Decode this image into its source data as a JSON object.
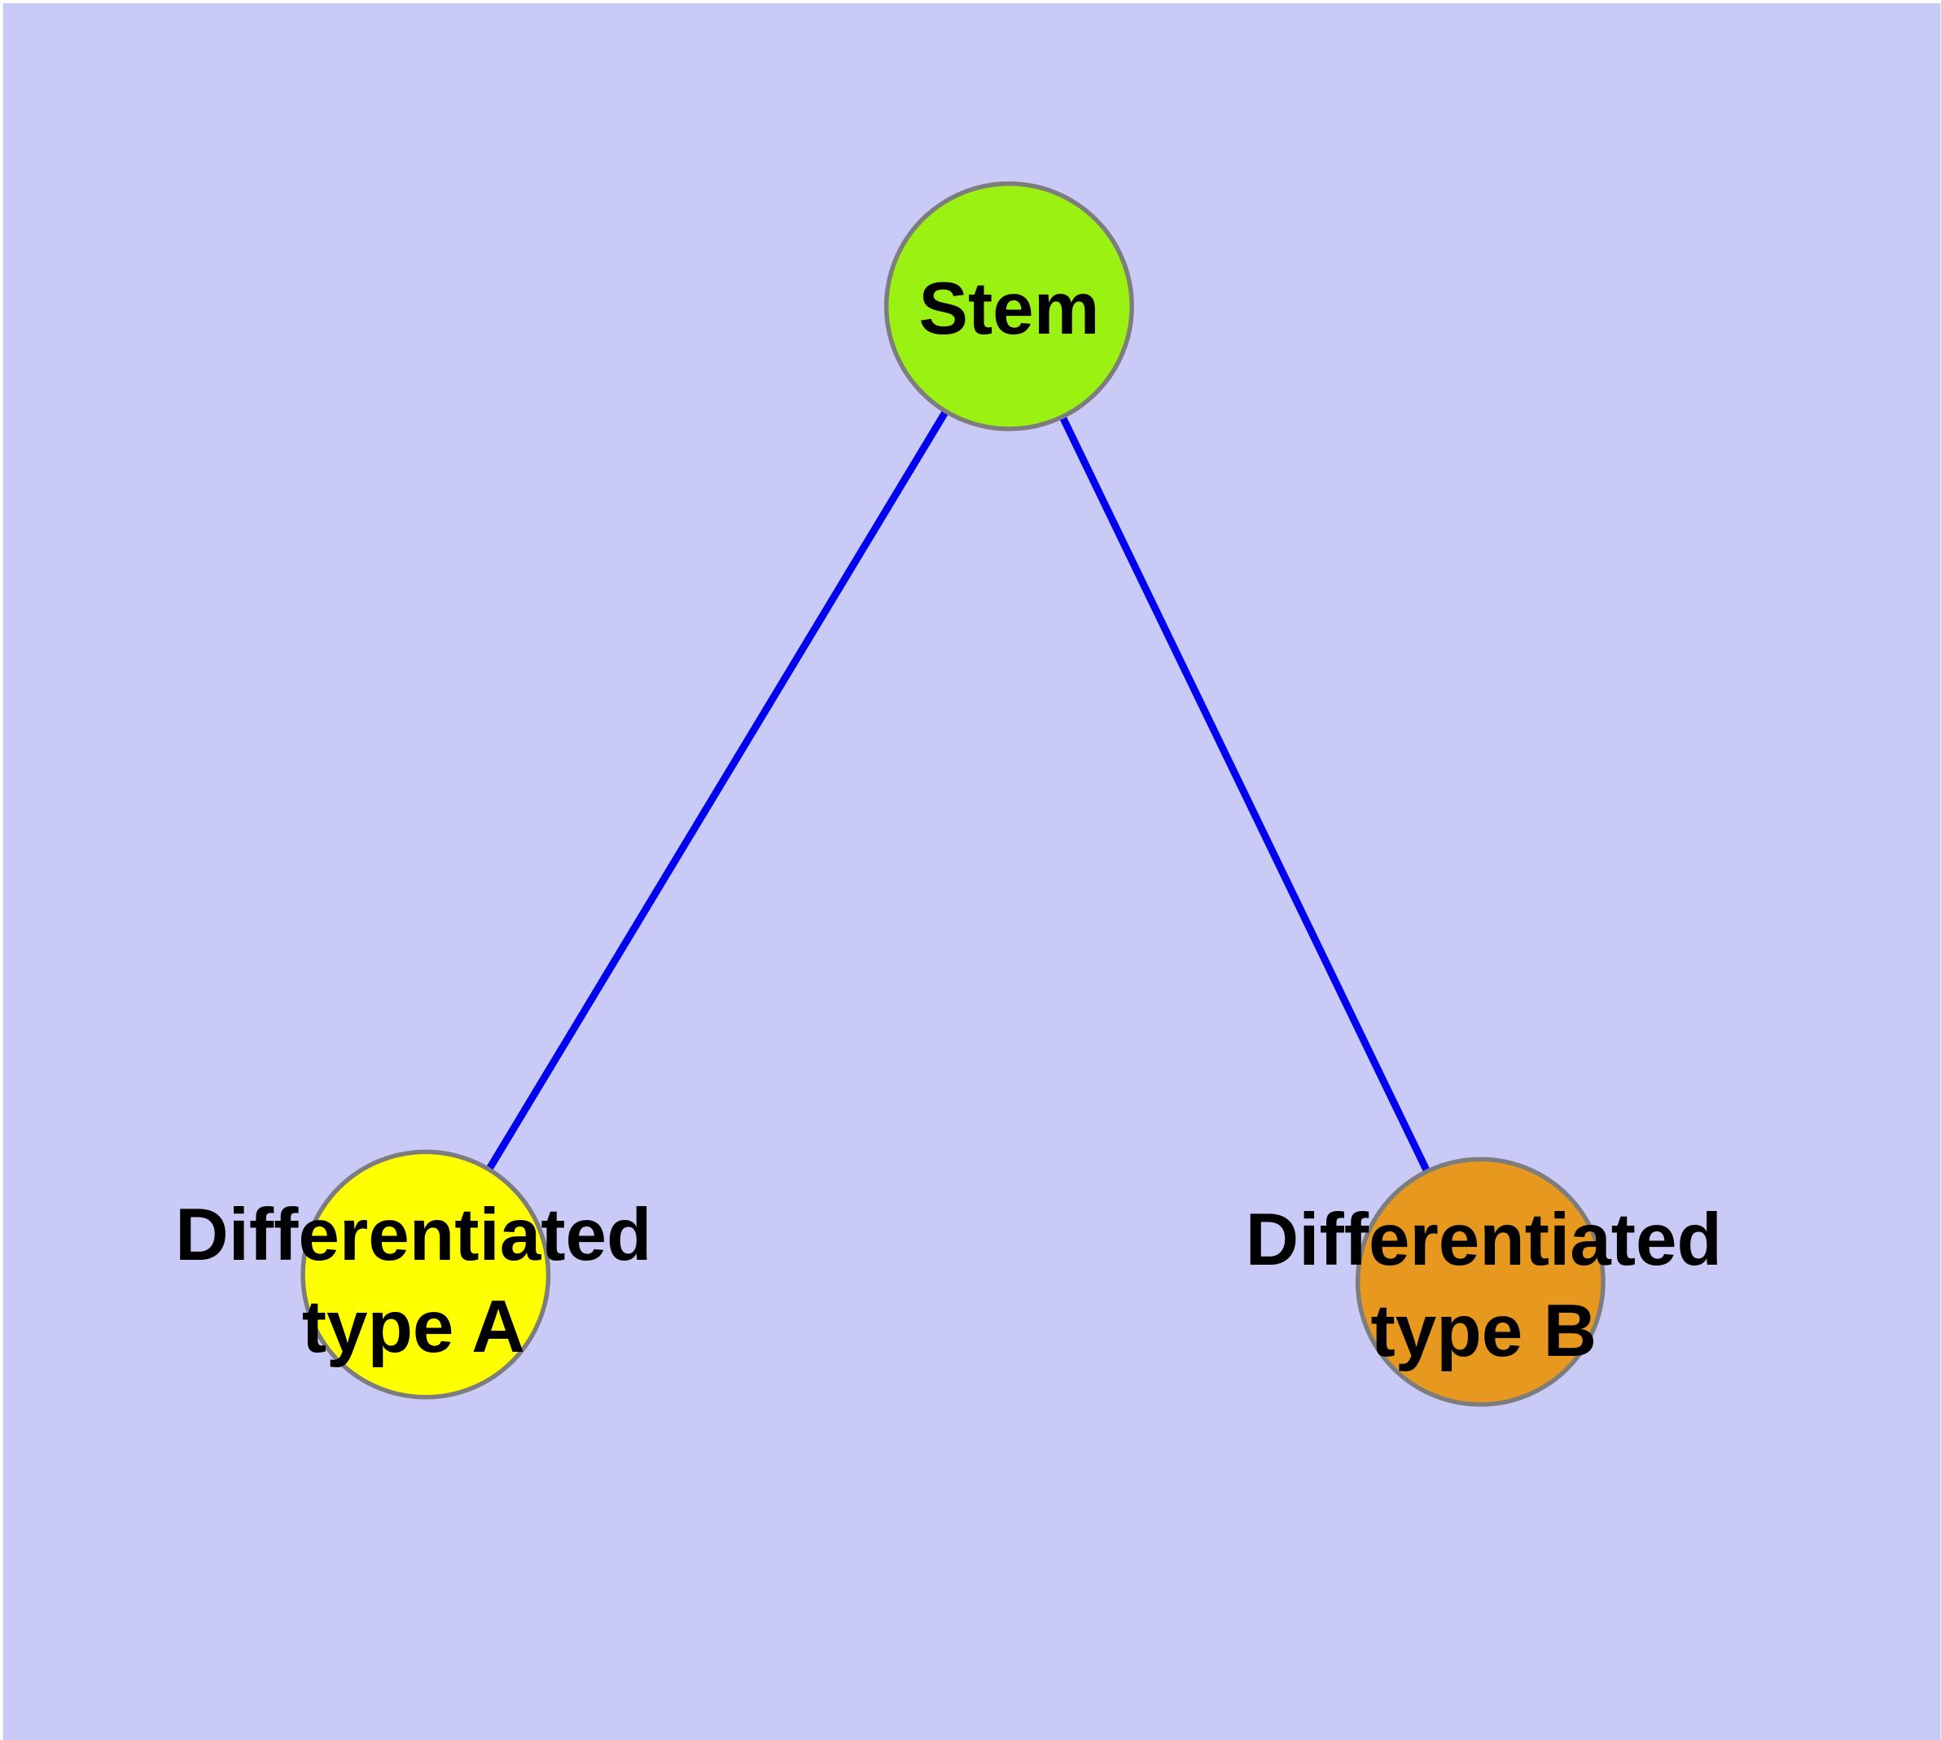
{
  "diagram": {
    "colors": {
      "background": "#cacaf7",
      "frame": "#ffffff",
      "edge": "#0000f0",
      "node_border": "#7d7d7d",
      "text": "#000000",
      "stem_fill": "#9bf112",
      "type_a_fill": "#ffff00",
      "type_b_fill": "#e6991e"
    },
    "nodes": [
      {
        "id": "stem",
        "label": "Stem",
        "fill": "#9bf112"
      },
      {
        "id": "differentiated-type-a",
        "label_line1": "Differentiated",
        "label_line2": "type A",
        "fill": "#ffff00"
      },
      {
        "id": "differentiated-type-b",
        "label_line1": "Differentiated",
        "label_line2": "type B",
        "fill": "#e6991e"
      }
    ],
    "edges": [
      {
        "from": "Stem",
        "to": "Differentiated type A"
      },
      {
        "from": "Stem",
        "to": "Differentiated type B"
      }
    ]
  }
}
